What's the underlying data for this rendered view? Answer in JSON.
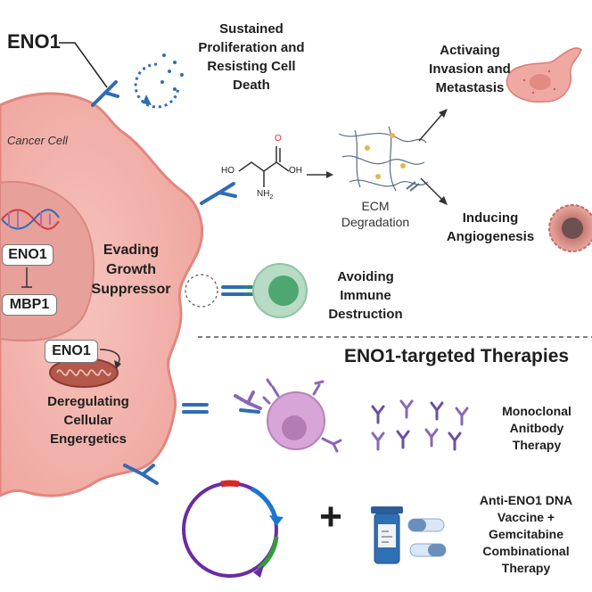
{
  "labels": {
    "eno1_top": "ENO1",
    "proliferation": [
      "Sustained",
      "Proliferation and",
      "Resisting Cell",
      "Death"
    ],
    "cancer_cell": "Cancer Cell",
    "invasion": [
      "Activaing",
      "Invasion and",
      "Metastasis"
    ],
    "serine": {
      "ho": "HO",
      "oh": "OH",
      "o": "O",
      "nh2": "NH",
      "nh2_sub": "2"
    },
    "ecm": [
      "ECM",
      "Degradation"
    ],
    "angiogenesis": [
      "Inducing",
      "Angiogenesis"
    ],
    "eno1_gene": "ENO1",
    "mbp1": "MBP1",
    "evading": [
      "Evading",
      "Growth",
      "Suppressor"
    ],
    "immune": [
      "Avoiding",
      "Immune",
      "Destruction"
    ],
    "therapies_title": "ENO1-targeted Therapies",
    "eno1_mito": "ENO1",
    "energetics": [
      "Deregulating",
      "Cellular",
      "Engergetics"
    ],
    "monoclonal": [
      "Monoclonal",
      "Anitbody",
      "Therapy"
    ],
    "vaccine": [
      "Anti-ENO1 DNA",
      "Vaccine +",
      "Gemcitabine",
      "Combinational",
      "Therapy"
    ],
    "plus": "+"
  },
  "colors": {
    "cell_fill": "#f3b6b0",
    "cell_edge": "#e58f88",
    "nucleus": "#e79d96",
    "antibody_blue": "#2f6db3",
    "antibody_purple": "#8a67b5",
    "tcell_fill": "#b9dcc6",
    "tcell_core": "#4fa672",
    "macrophage": "#d9a4d9",
    "plasmid_purple": "#6a2ca3",
    "plasmid_blue": "#1b77d2",
    "plasmid_green": "#2f9e3a",
    "plasmid_red": "#d22a2a"
  }
}
